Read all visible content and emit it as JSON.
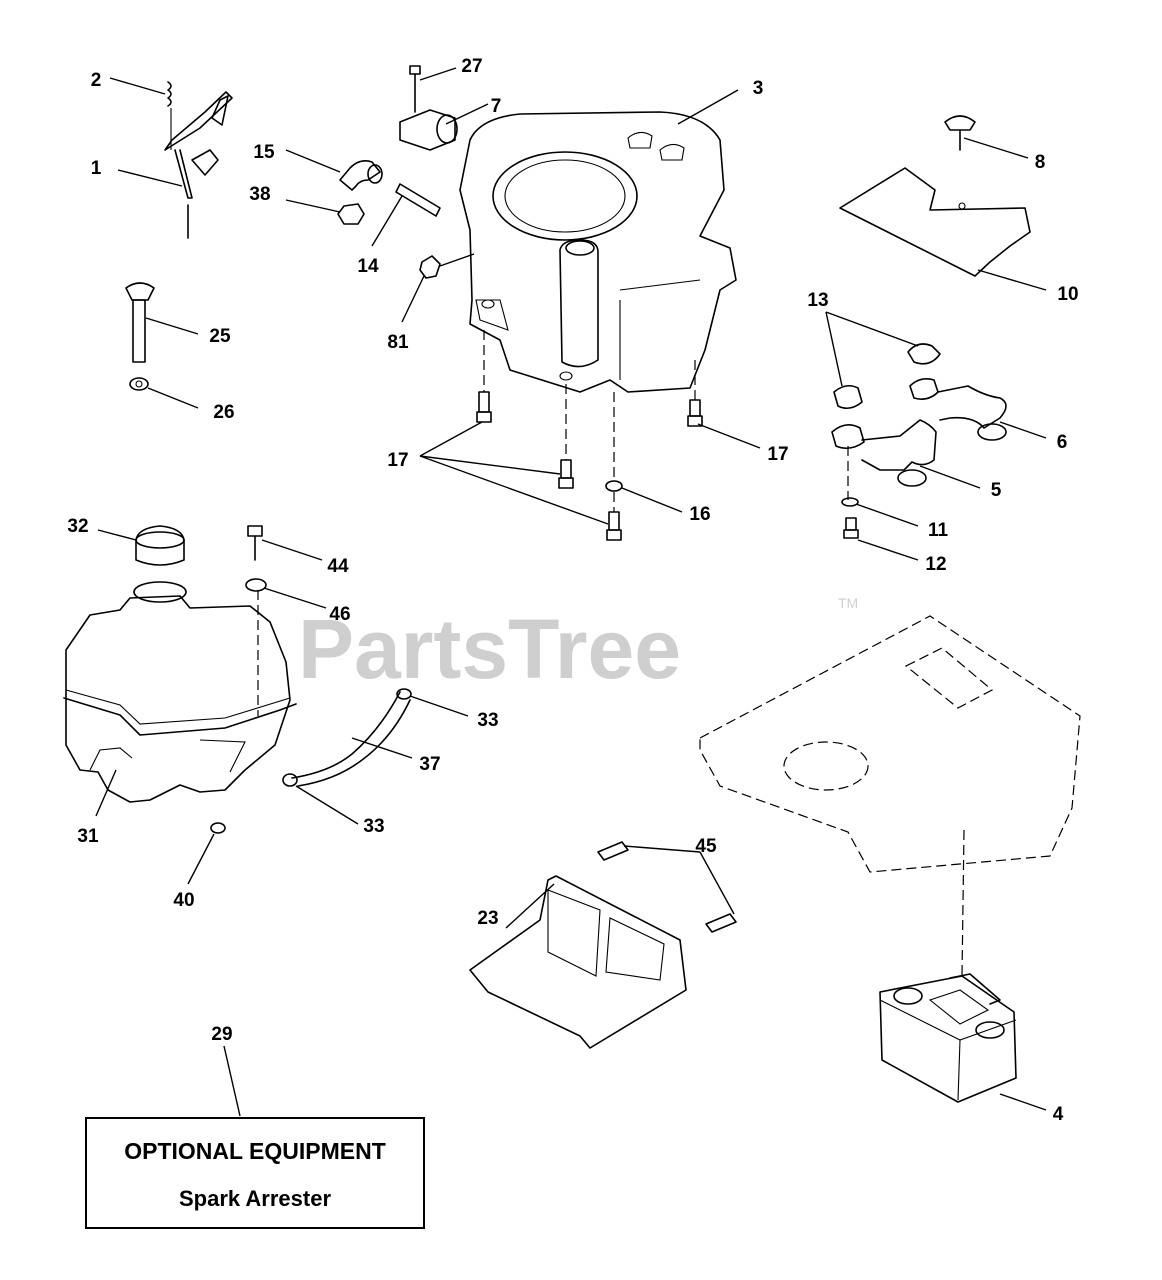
{
  "watermark": {
    "text": "PartsTree",
    "trademark": "TM"
  },
  "callouts": {
    "c1": "1",
    "c2": "2",
    "c3": "3",
    "c4": "4",
    "c5": "5",
    "c6": "6",
    "c7": "7",
    "c8": "8",
    "c10": "10",
    "c11": "11",
    "c12": "12",
    "c13": "13",
    "c14": "14",
    "c15": "15",
    "c16": "16",
    "c17a": "17",
    "c17b": "17",
    "c23": "23",
    "c25": "25",
    "c26": "26",
    "c27": "27",
    "c29": "29",
    "c31": "31",
    "c32": "32",
    "c33a": "33",
    "c33b": "33",
    "c37": "37",
    "c38": "38",
    "c40": "40",
    "c44": "44",
    "c45": "45",
    "c46": "46",
    "c81": "81"
  },
  "optional_box": {
    "title": "OPTIONAL EQUIPMENT",
    "subtitle": "Spark Arrester"
  }
}
